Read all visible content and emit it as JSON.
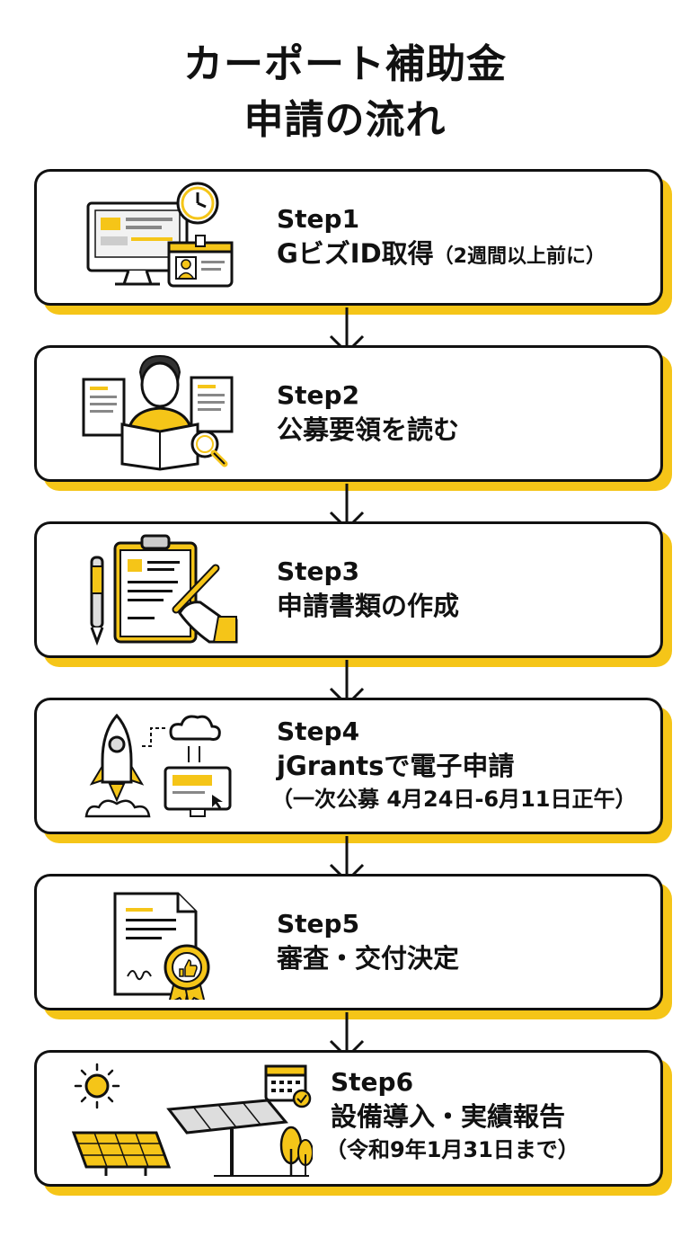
{
  "title": {
    "line1": "カーポート補助金",
    "line2": "申請の流れ"
  },
  "steps": [
    {
      "step": "Step1",
      "label": "GビズID取得",
      "note": "（2週間以上前に）"
    },
    {
      "step": "Step2",
      "label": "公募要領を読む"
    },
    {
      "step": "Step3",
      "label": "申請書類の作成"
    },
    {
      "step": "Step4",
      "label": "jGrantsで電子申請",
      "note": "（一次公募 4月24日-6月11日正午）"
    },
    {
      "step": "Step5",
      "label": "審査・交付決定"
    },
    {
      "step": "Step6",
      "label": "設備導入・実績報告",
      "note": "（令和9年1月31日まで）"
    }
  ],
  "colors": {
    "accent": "#F5C518",
    "ink": "#111111",
    "gray": "#9E9E9E"
  },
  "icons": [
    "computer-monitor-icon",
    "clock-icon",
    "id-card-icon",
    "person-reading-icon",
    "document-icon",
    "magnifier-icon",
    "clipboard-icon",
    "pen-icon",
    "hand-writing-icon",
    "rocket-icon",
    "cloud-icon",
    "computer-screen-icon",
    "certificate-document-icon",
    "award-badge-icon",
    "sun-icon",
    "solar-panel-icon",
    "carport-icon",
    "calendar-check-icon",
    "tree-icon",
    "down-arrow-icon"
  ]
}
